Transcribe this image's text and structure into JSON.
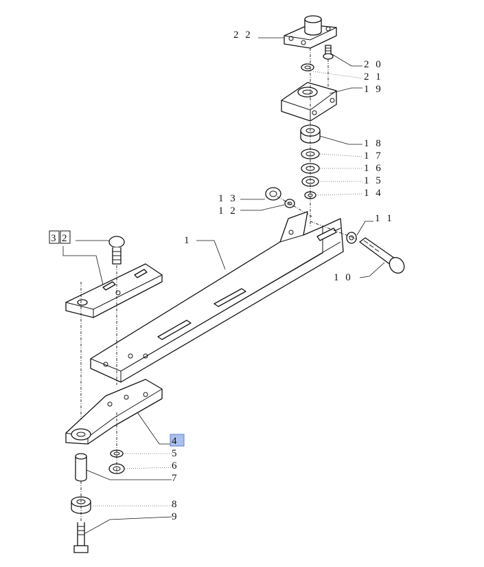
{
  "diagram": {
    "callouts": [
      {
        "id": "c22",
        "label": "2 2"
      },
      {
        "id": "c20",
        "label": "2 0"
      },
      {
        "id": "c21",
        "label": "2 1"
      },
      {
        "id": "c19",
        "label": "1 9"
      },
      {
        "id": "c18",
        "label": "1 8"
      },
      {
        "id": "c17",
        "label": "1 7"
      },
      {
        "id": "c16",
        "label": "1 6"
      },
      {
        "id": "c15",
        "label": "1 5"
      },
      {
        "id": "c14",
        "label": "1 4"
      },
      {
        "id": "c13",
        "label": "1 3"
      },
      {
        "id": "c12",
        "label": "1 2"
      },
      {
        "id": "c11",
        "label": "1 1"
      },
      {
        "id": "c10",
        "label": "1 0"
      },
      {
        "id": "c1",
        "label": "1"
      },
      {
        "id": "c3",
        "label": "3"
      },
      {
        "id": "c2",
        "label": "2"
      },
      {
        "id": "c4",
        "label": "4"
      },
      {
        "id": "c5",
        "label": "5"
      },
      {
        "id": "c6",
        "label": "6"
      },
      {
        "id": "c7",
        "label": "7"
      },
      {
        "id": "c8",
        "label": "8"
      },
      {
        "id": "c9",
        "label": "9"
      }
    ],
    "highlighted_callout": "4",
    "highlight_color": "#aac0ec"
  }
}
